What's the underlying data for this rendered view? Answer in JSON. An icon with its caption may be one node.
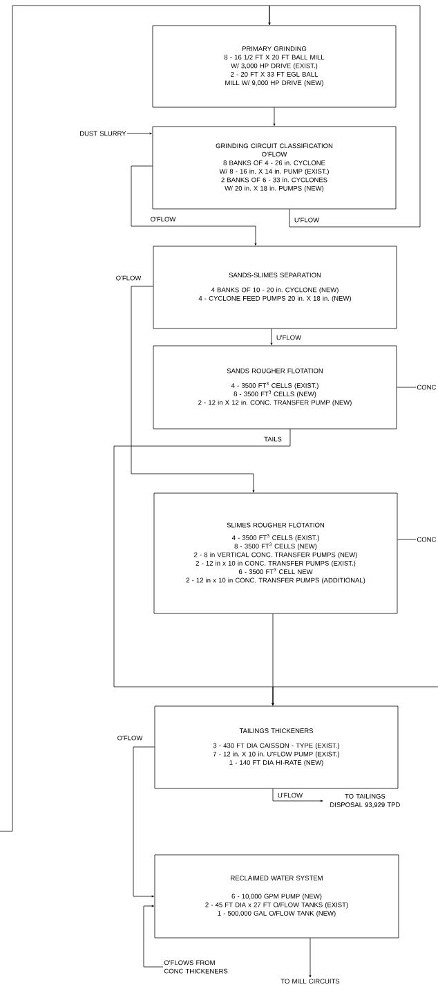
{
  "diagram": {
    "nodes": [
      {
        "text": [
          "PRIMARY GRINDING",
          "8 - 16 1/2 FT X 20 FT BALL MILL W/ 3,000 HP DRIVE (EXIST.)",
          "2 - 20 FT X 33 FT EGL BALL MILL W/ 9,000 HP DRIVE (NEW)"
        ]
      },
      {
        "text": [
          "DUST SLURRY"
        ]
      },
      {
        "text": [
          "GRINDING CIRCUIT CLASSIFICATION",
          "O'FLOW",
          "8 BANKS OF 4 - 26 in. CYCLONE W/ 8 - 16 in. X 14 in. PUMP (EXIST.)",
          "2 BANKS OF 6 - 33 in. CYCLONES W/ 20 in. X 18 in. PUMPS (NEW)"
        ]
      },
      {
        "text": [
          "SANDS-SLIMES SEPARATION",
          "4 BANKS OF 10 - 20 in. CYCLONE (NEW)",
          "4 - CYCLONE FEED PUMPS 20 in. X 18 in. (NEW)"
        ]
      },
      {
        "text": [
          "SANDS ROUGHER FLOTATION",
          "4 - 3500 FT$^{3}$ CELLS (EXIST.)",
          "8 - 3500 FT$^{3}$ CELLS (NEW)",
          "2 - 12 in X 12 in. CONC. TRANSFER PUMP (NEW)"
        ]
      },
      {
        "text": [
          "CONC"
        ]
      },
      {
        "text": [
          "SLIMES ROUGHER FLOTATION",
          "4 - 3500 FT$^{3}$ CELLS (EXIST.)",
          "8 - 3500 FT$^{3}$ CELLS (NEW)",
          "2 - 8 in VERTICAL CONC. TRANSFER PUMPS (NEW)",
          "2 - 12 in x 10 in CONC. TRANSFER PUMPS (EXIST.)",
          "6 - 3500 FT$^{3}$ CELL NEW",
          "2 - 12 in x 10 in CONC. TRANSFER PUMPS (ADDITIONAL)"
        ]
      },
      {
        "text": [
          "CONC"
        ]
      },
      {
        "text": [
          "TAILINGS THICKENERS",
          "3 - 430 FT DIA CAISSON - TYPE (EXIST.)",
          "7 - 12 in. X 10 in. U'FLOW PUMP (EXIST.)",
          "1 - 140 FT DIA HI-RATE (NEW)"
        ]
      },
      {
        "text": [
          "TO TAILINGS DISPOSAL 93,929 TPD"
        ]
      },
      {
        "text": [
          "RECLAIMED WATER SYSTEM",
          "6 - 10,000 GPM PUMP (NEW)",
          "2 - 45 FT DIA x 27 FT O/FLOW TANKS (EXIST)",
          "1 - 500,000 GAL O/FLOW TANK (NEW)"
        ]
      },
      {
        "text": [
          "O'FLOWS FROM CONC THICKENERS"
        ]
      },
      {
        "text": [
          "TO MILL CIRCUITS"
        ]
      }
    ],
    "edges": [
      {
        "from": null,
        "to": 0,
        "arrow": "to"
      },
      {
        "from": 2,
        "to": 0,
        "arrow": "to",
        "label": "U'FLOW"
      },
      {
        "from": 0,
        "to": 2,
        "arrow": "to"
      },
      {
        "from": 1,
        "to": 2,
        "arrow": "to"
      },
      {
        "from": 2,
        "to": 3,
        "arrow": "to",
        "label": "O'FLOW"
      },
      {
        "from": 3,
        "to": 4,
        "arrow": "to",
        "label": "U'FLOW"
      },
      {
        "from": 3,
        "to": 6,
        "arrow": "to",
        "label": "O'FLOW"
      },
      {
        "from": 4,
        "to": 5,
        "arrow": "none"
      },
      {
        "from": 4,
        "to": 8,
        "arrow": "to",
        "label": "TAILS"
      },
      {
        "from": 6,
        "to": 7,
        "arrow": "none"
      },
      {
        "from": 6,
        "to": 8,
        "arrow": "to"
      },
      {
        "from": null,
        "to": 8,
        "arrow": "to"
      },
      {
        "from": 8,
        "to": 10,
        "arrow": "to",
        "label": "O'FLOW"
      },
      {
        "from": 8,
        "to": 9,
        "arrow": "to",
        "label": "U'FLOW"
      },
      {
        "from": 11,
        "to": 10,
        "arrow": "to"
      },
      {
        "from": 10,
        "to": 12,
        "arrow": "to"
      }
    ]
  }
}
